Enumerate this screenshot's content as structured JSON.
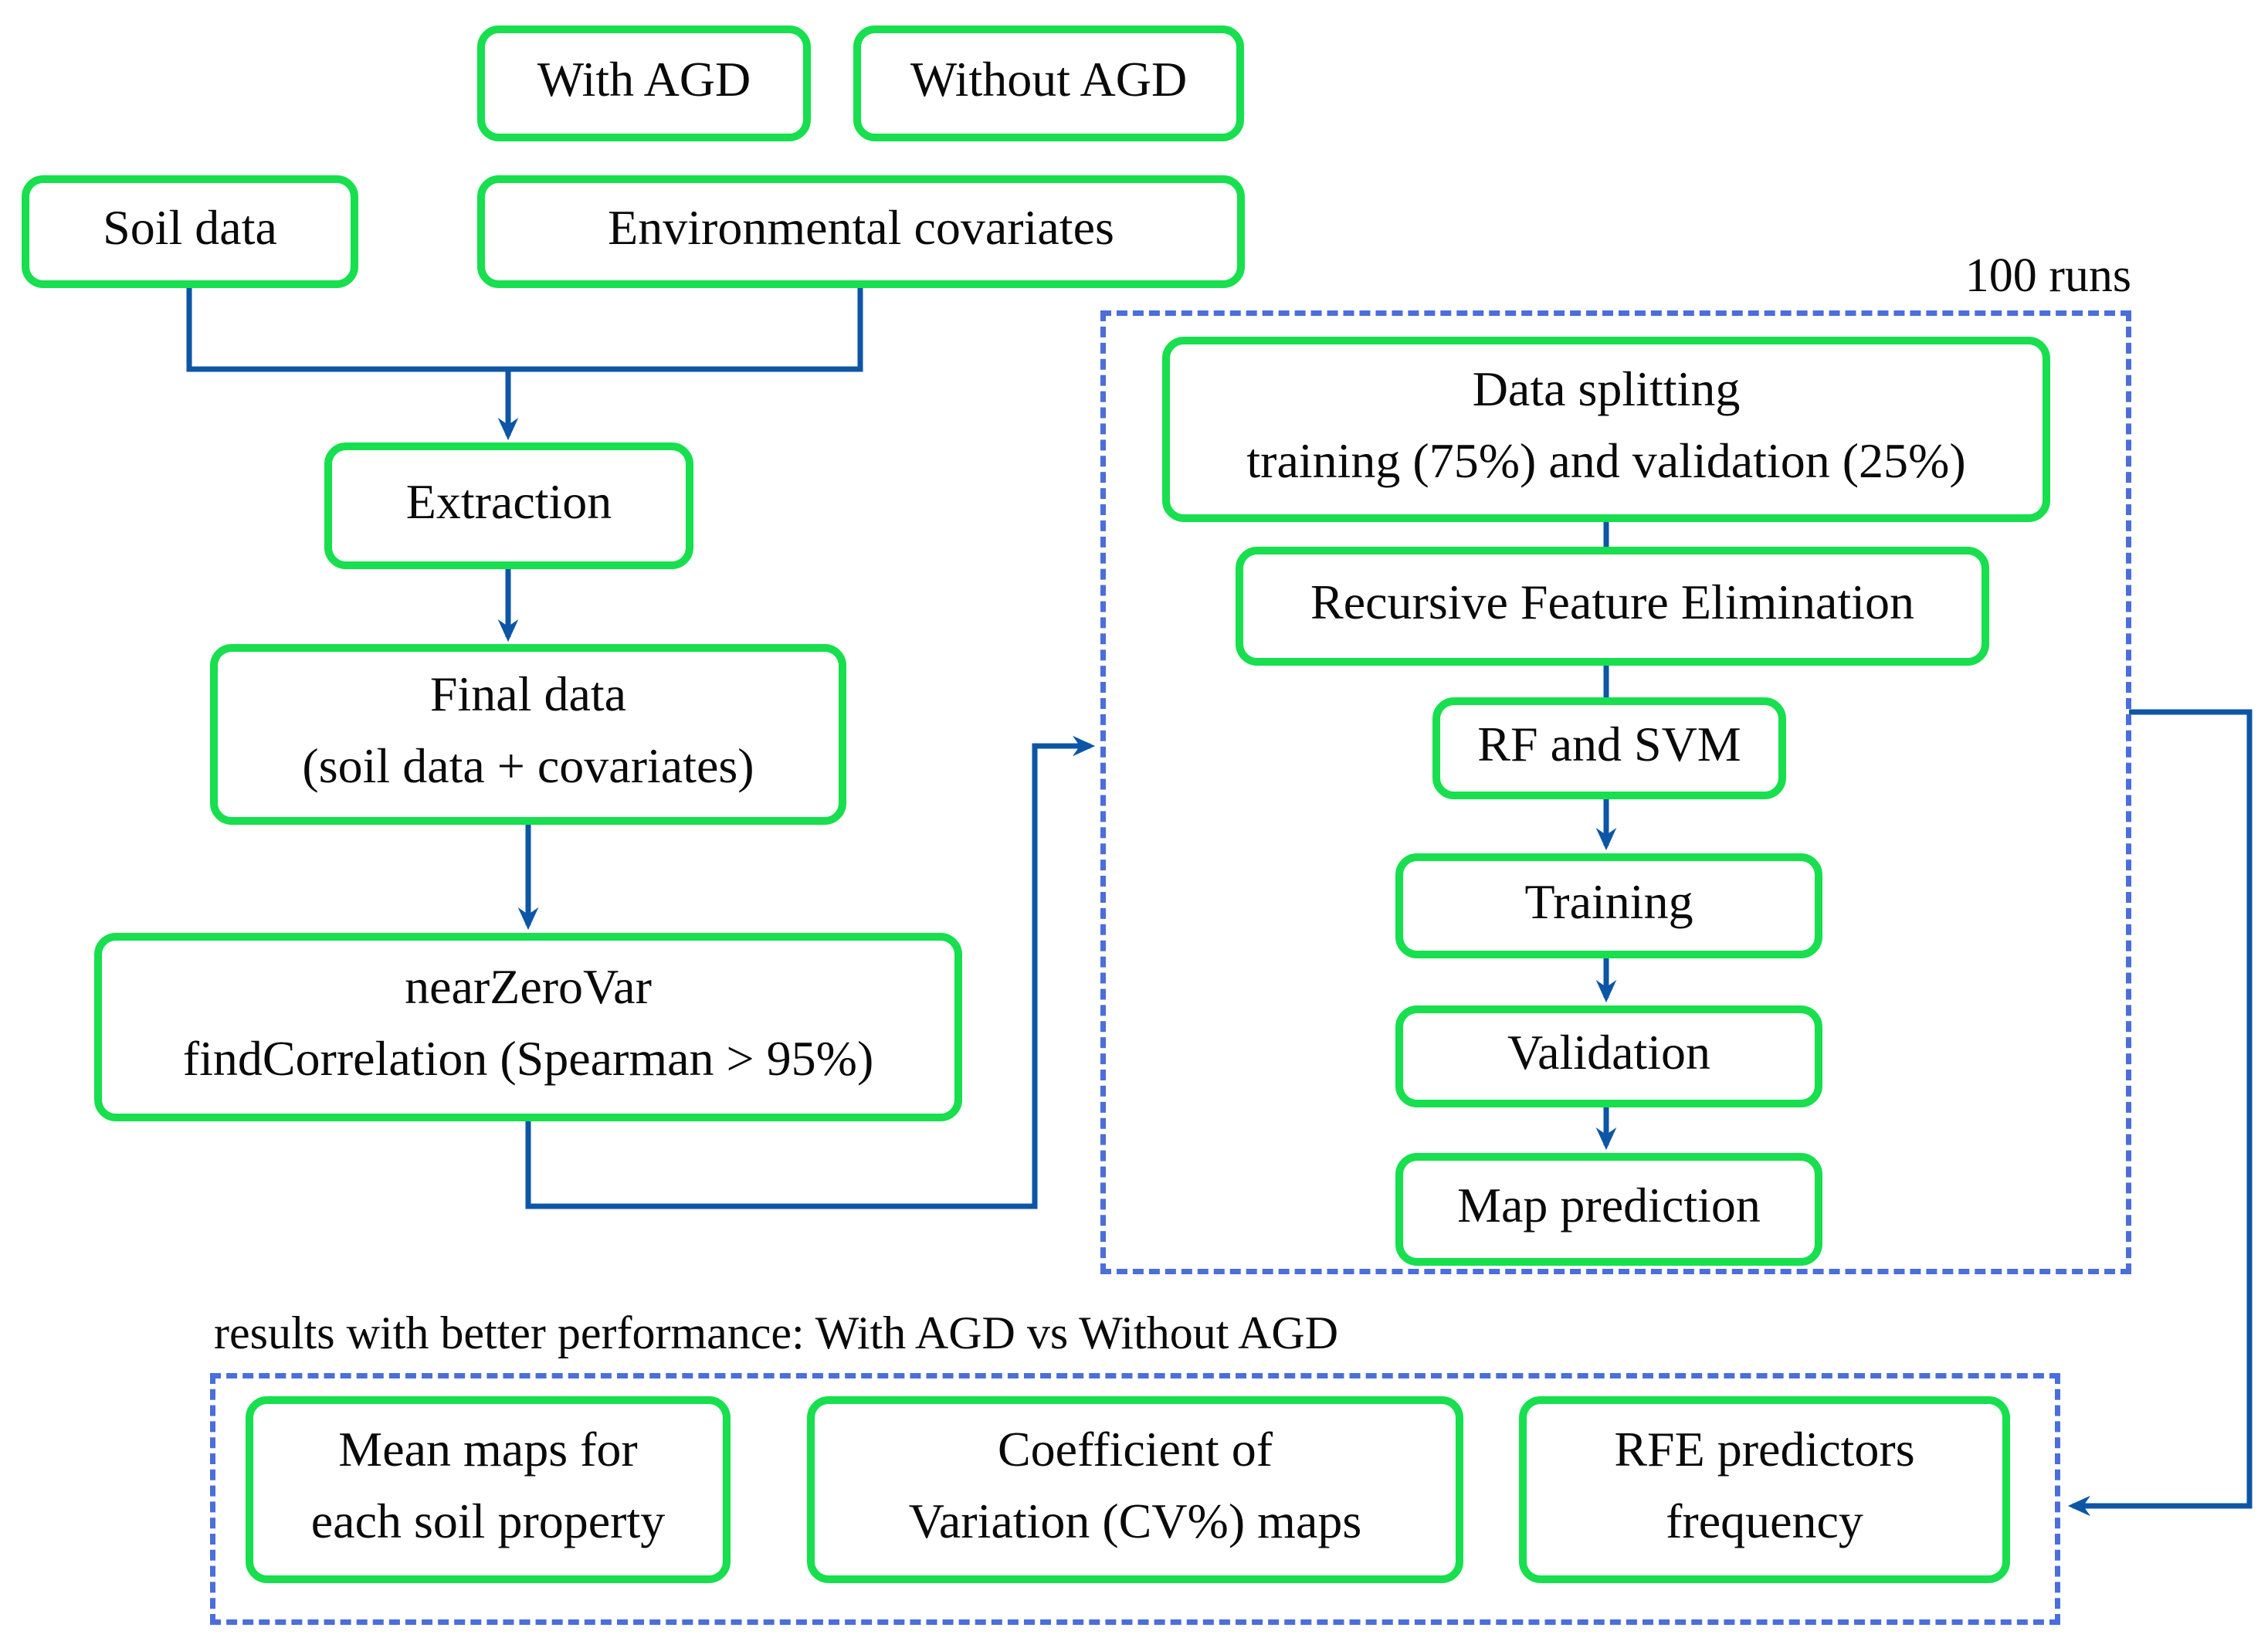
{
  "diagram": {
    "colors": {
      "box_border_green": "#17df4e",
      "arrow_blue": "#0d56a6",
      "dashed_border_blue": "#4a6edb",
      "text": "#0a0a0a",
      "background": "#ffffff"
    },
    "nodes": {
      "with_agd": {
        "label": "With AGD"
      },
      "without_agd": {
        "label": "Without AGD"
      },
      "soil_data": {
        "label": "Soil data"
      },
      "env_covariates": {
        "label": "Environmental covariates"
      },
      "extraction": {
        "label": "Extraction"
      },
      "final_data": {
        "line1": "Final data",
        "line2": "(soil data + covariates)"
      },
      "near_zero_var": {
        "line1": "nearZeroVar",
        "line2": "findCorrelation (Spearman > 95%)"
      },
      "data_splitting": {
        "line1": "Data splitting",
        "line2": "training (75%) and validation (25%)"
      },
      "rfe": {
        "label": "Recursive Feature Elimination"
      },
      "rf_svm": {
        "label": "RF and SVM"
      },
      "training": {
        "label": "Training"
      },
      "validation": {
        "label": "Validation"
      },
      "map_prediction": {
        "label": "Map prediction"
      },
      "mean_maps": {
        "line1": "Mean maps for",
        "line2": "each soil property"
      },
      "cv_maps": {
        "line1": "Coefficient of",
        "line2": "Variation (CV%) maps"
      },
      "rfe_frequency": {
        "line1": "RFE predictors",
        "line2": "frequency"
      }
    },
    "labels": {
      "runs": "100 runs",
      "results": "results with better performance: With AGD vs Without AGD"
    }
  }
}
